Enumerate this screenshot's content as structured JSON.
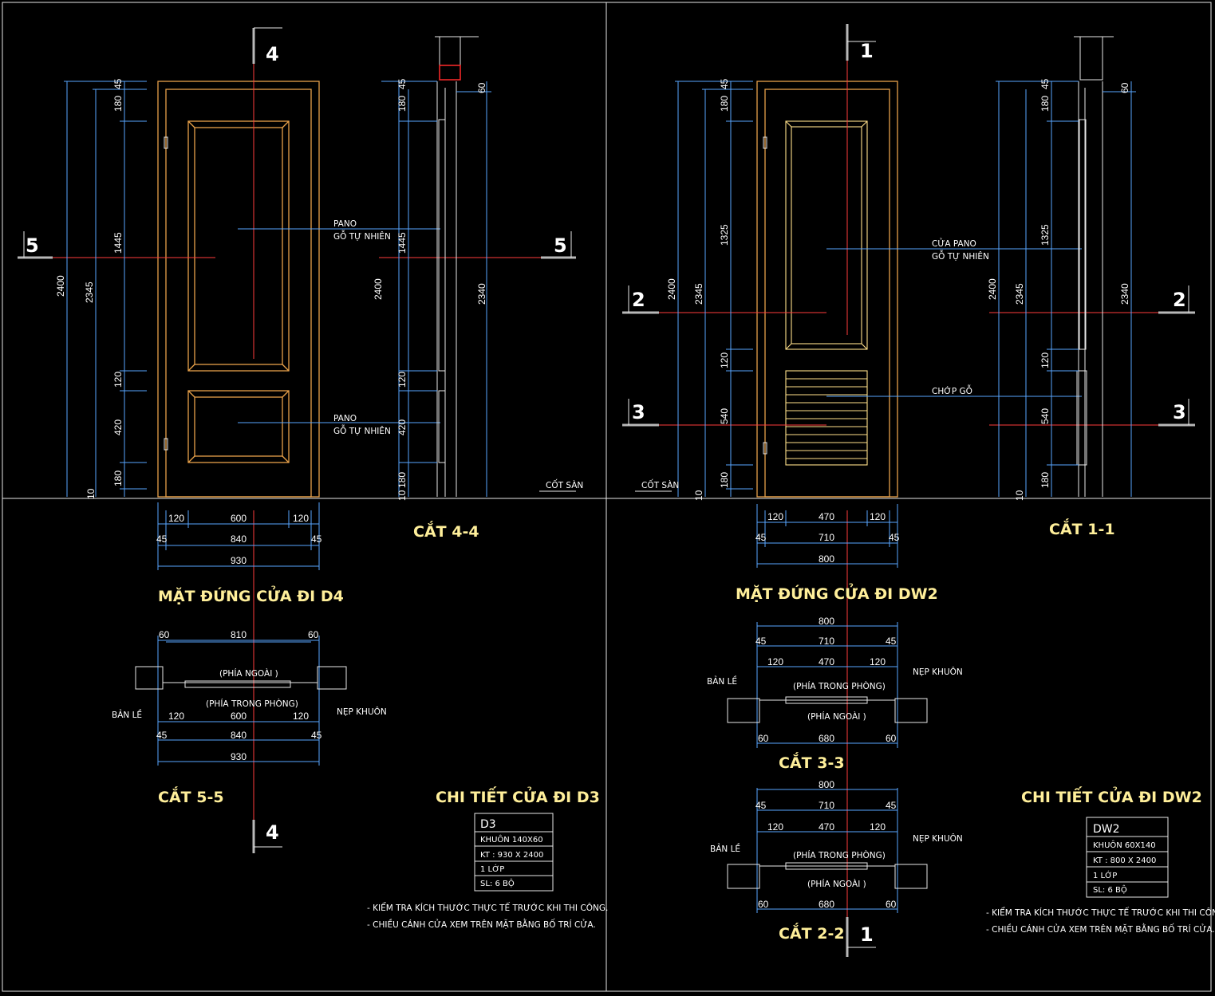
{
  "left": {
    "elevation_title": "MẶT ĐỨNG CỬA ĐI D4",
    "section_4_title": "CẮT 4-4",
    "section_5_title": "CẮT 5-5",
    "detail_title": "CHI TIẾT CỬA ĐI D3",
    "marks": {
      "n4_top": "4",
      "n4_bottom": "4",
      "n5_left": "5",
      "n5_right": "5"
    },
    "labels": {
      "pano1_a": "PANO",
      "pano1_b": "GỖ TỰ NHIÊN",
      "pano2_a": "PANO",
      "pano2_b": "GỖ TỰ NHIÊN",
      "floor": "CỐT SÀN"
    },
    "elev_dims_outer": {
      "total": "2400",
      "inner": "2345"
    },
    "elev_dims_v": [
      "45",
      "180",
      "1445",
      "120",
      "420",
      "180",
      "10"
    ],
    "sec_dims_v": [
      "45",
      "180",
      "1445",
      "120",
      "420",
      "180",
      "10"
    ],
    "sec_dims_outer": {
      "total": "2400",
      "right_total": "2340",
      "right_top": "60"
    },
    "elev_dims_h": {
      "a": "120",
      "b": "600",
      "c": "120",
      "d": "45",
      "e": "840",
      "f": "45",
      "g": "930"
    },
    "plan": {
      "top_a": "60",
      "top_b": "810",
      "top_c": "60",
      "a": "120",
      "b": "600",
      "c": "120",
      "d": "45",
      "e": "840",
      "f": "45",
      "g": "930",
      "outside": "(PHÍA NGOÀI )",
      "inside": "(PHÍA TRONG PHÒNG)",
      "hinge": "BẢN LỀ",
      "trim": "NẸP KHUÔN"
    },
    "table": {
      "name": "D3",
      "r1": "KHUÔN 140X60",
      "r2": "KT : 930 X 2400",
      "r3": "1 LỚP",
      "r4": "SL: 6 BỘ"
    },
    "notes": [
      "- KIỂM TRA KÍCH THƯỚC THỰC TẾ TRƯỚC KHI THI CÔNG.",
      "- CHIỀU CÁNH CỬA XEM TRÊN MẶT BẰNG BỐ TRÍ CỬA."
    ]
  },
  "right": {
    "elevation_title": "MẶT ĐỨNG CỬA ĐI DW2",
    "section_1_title": "CẮT 1-1",
    "section_3_title": "CẮT 3-3",
    "section_2_title": "CẮT 2-2",
    "detail_title": "CHI TIẾT CỬA ĐI DW2",
    "marks": {
      "n1_top": "1",
      "n1_bottom": "1",
      "n2_left": "2",
      "n2_right": "2",
      "n3_left": "3",
      "n3_right": "3"
    },
    "labels": {
      "pano_a": "CỬA PANO",
      "pano_b": "GỖ TỰ NHIÊN",
      "louver": "CHỚP GỖ",
      "floor": "CỐT SÀN"
    },
    "elev_dims_outer": {
      "total": "2400",
      "inner": "2345"
    },
    "elev_dims_v": [
      "45",
      "180",
      "1325",
      "120",
      "540",
      "180",
      "10"
    ],
    "sec_dims_v": [
      "45",
      "180",
      "1325",
      "120",
      "540",
      "180",
      "10"
    ],
    "sec_dims_outer": {
      "total": "2400",
      "inner": "2345",
      "right_total": "2340",
      "right_top": "60"
    },
    "elev_dims_h": {
      "a": "120",
      "b": "470",
      "c": "120",
      "d": "45",
      "e": "710",
      "f": "45",
      "g": "800"
    },
    "plan3": {
      "t": "800",
      "a": "45",
      "b": "710",
      "c": "45",
      "d": "120",
      "e": "470",
      "f": "120",
      "g": "60",
      "h": "680",
      "i": "60",
      "inside": "(PHÍA TRONG PHÒNG)",
      "outside": "(PHÍA NGOÀI )",
      "hinge": "BẢN LỀ",
      "trim": "NẸP KHUÔN"
    },
    "plan2": {
      "t": "800",
      "a": "45",
      "b": "710",
      "c": "45",
      "d": "120",
      "e": "470",
      "f": "120",
      "g": "60",
      "h": "680",
      "i": "60",
      "inside": "(PHÍA TRONG PHÒNG)",
      "outside": "(PHÍA NGOÀI )",
      "hinge": "BẢN LỀ",
      "trim": "NẸP KHUÔN"
    },
    "table": {
      "name": "DW2",
      "r1": "KHUÔN 60X140",
      "r2": "KT : 800 X 2400",
      "r3": "1 LỚP",
      "r4": "SL: 6 BỘ"
    },
    "notes": [
      "- KIỂM TRA KÍCH THƯỚC THỰC TẾ TRƯỚC KHI THI CÔNG.",
      "- CHIỀU CÁNH CỬA XEM TRÊN MẶT BẰNG BỐ TRÍ CỬA."
    ]
  },
  "colors": {
    "background": "#000000",
    "frame": "#e8a14a",
    "dimension": "#58a6ff",
    "section_line": "#ff3b3b",
    "title": "#ffef9a"
  }
}
